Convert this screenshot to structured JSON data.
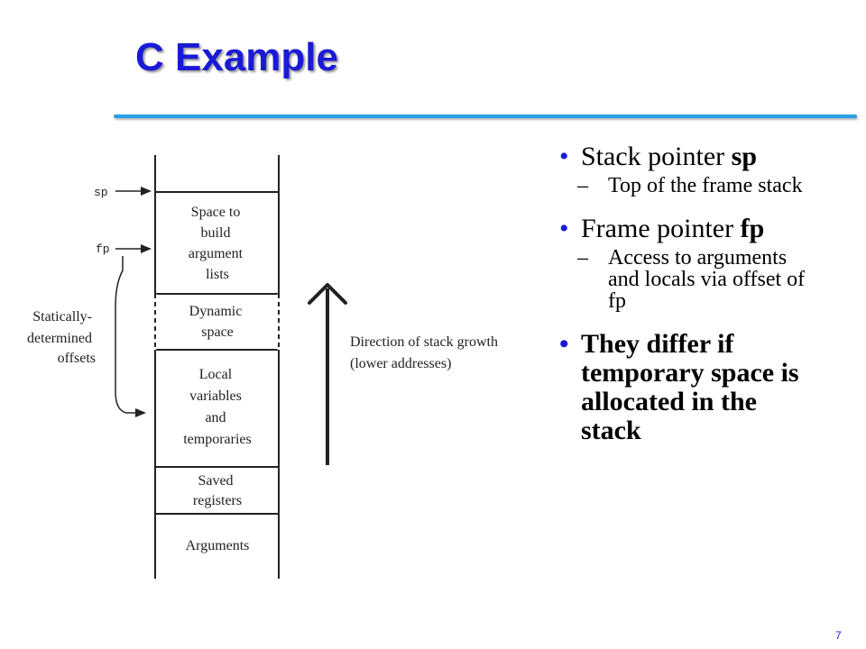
{
  "slide": {
    "title": "C Example",
    "page_number": "7"
  },
  "diagram": {
    "pointer_sp": "sp",
    "pointer_fp": "fp",
    "boxes": [
      {
        "lines": [
          "Space to",
          "build",
          "argument",
          "lists"
        ]
      },
      {
        "lines": [
          "Dynamic",
          "space"
        ],
        "dashed": true
      },
      {
        "lines": [
          "Local",
          "variables",
          "and",
          "temporaries"
        ]
      },
      {
        "lines": [
          "Saved",
          "registers"
        ]
      },
      {
        "lines": [
          "Arguments"
        ]
      }
    ],
    "offsets_label": [
      "Statically-",
      "determined",
      "offsets"
    ],
    "growth_label": [
      "Direction of stack growth",
      "(lower addresses)"
    ]
  },
  "bullets": {
    "sp_text": "Stack pointer ",
    "sp_code": "sp",
    "sp_sub": "Top of the frame stack",
    "fp_text": "Frame pointer ",
    "fp_code": "fp",
    "fp_sub": "Access to arguments and locals via offset of fp",
    "differ": "They differ if temporary space is allocated in the stack",
    "dash": "–"
  }
}
